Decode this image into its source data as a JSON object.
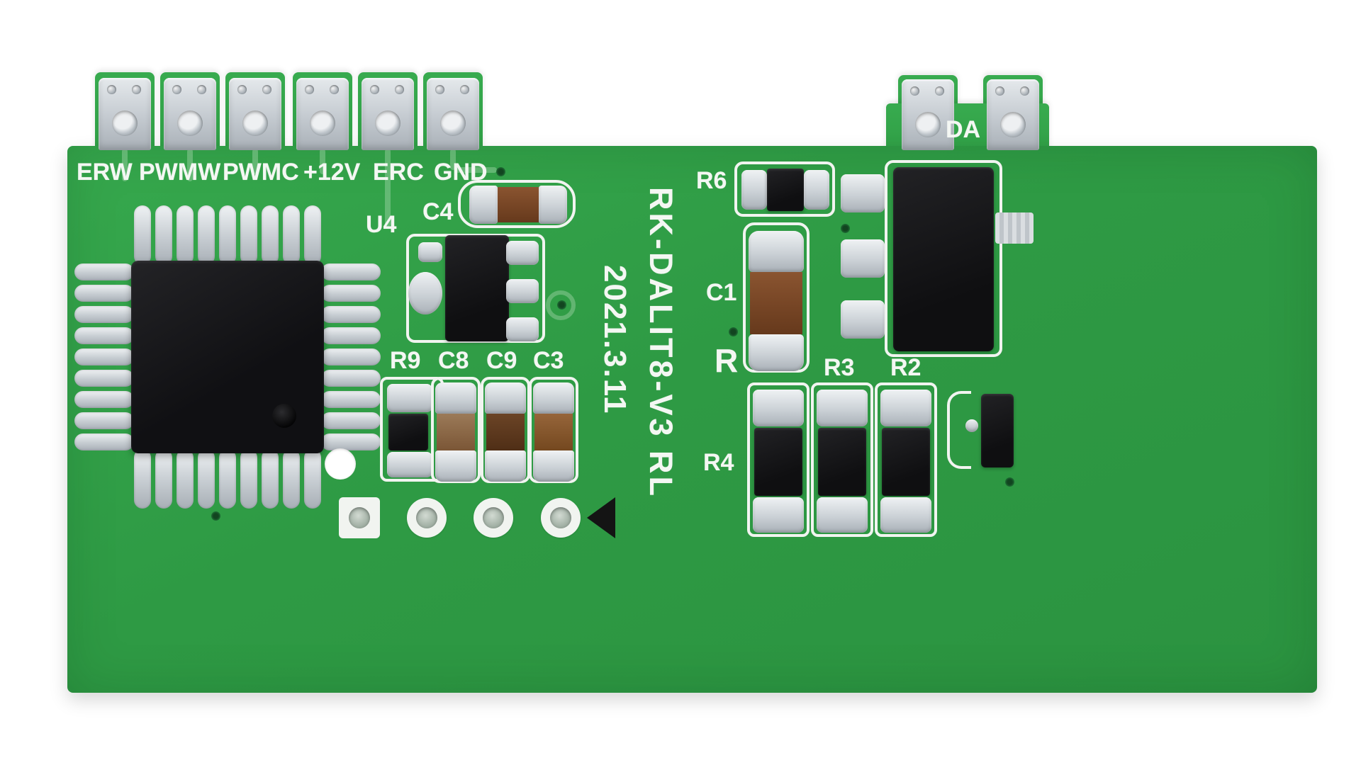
{
  "board": {
    "labels": {
      "terminals": [
        "ERW",
        "PWMW",
        "PWMC",
        "+12V",
        "ERC",
        "GND"
      ],
      "da": "DA",
      "u4": "U4",
      "c4": "C4",
      "r9": "R9",
      "c8": "C8",
      "c9": "C9",
      "c3": "C3",
      "r6": "R6",
      "c1": "C1",
      "r": "R",
      "r3": "R3",
      "r2": "R2",
      "r4": "R4",
      "model": "RK-DALIT8-V3 RL",
      "date": "2021.3.11"
    },
    "colors": {
      "board_green": "#2f9e44",
      "silkscreen_white": "#f1f4f0",
      "pad_metal": "#c4cad0",
      "component_black": "#141414",
      "capacitor_brown": "#7b4a28",
      "background": "#ffffff"
    }
  }
}
